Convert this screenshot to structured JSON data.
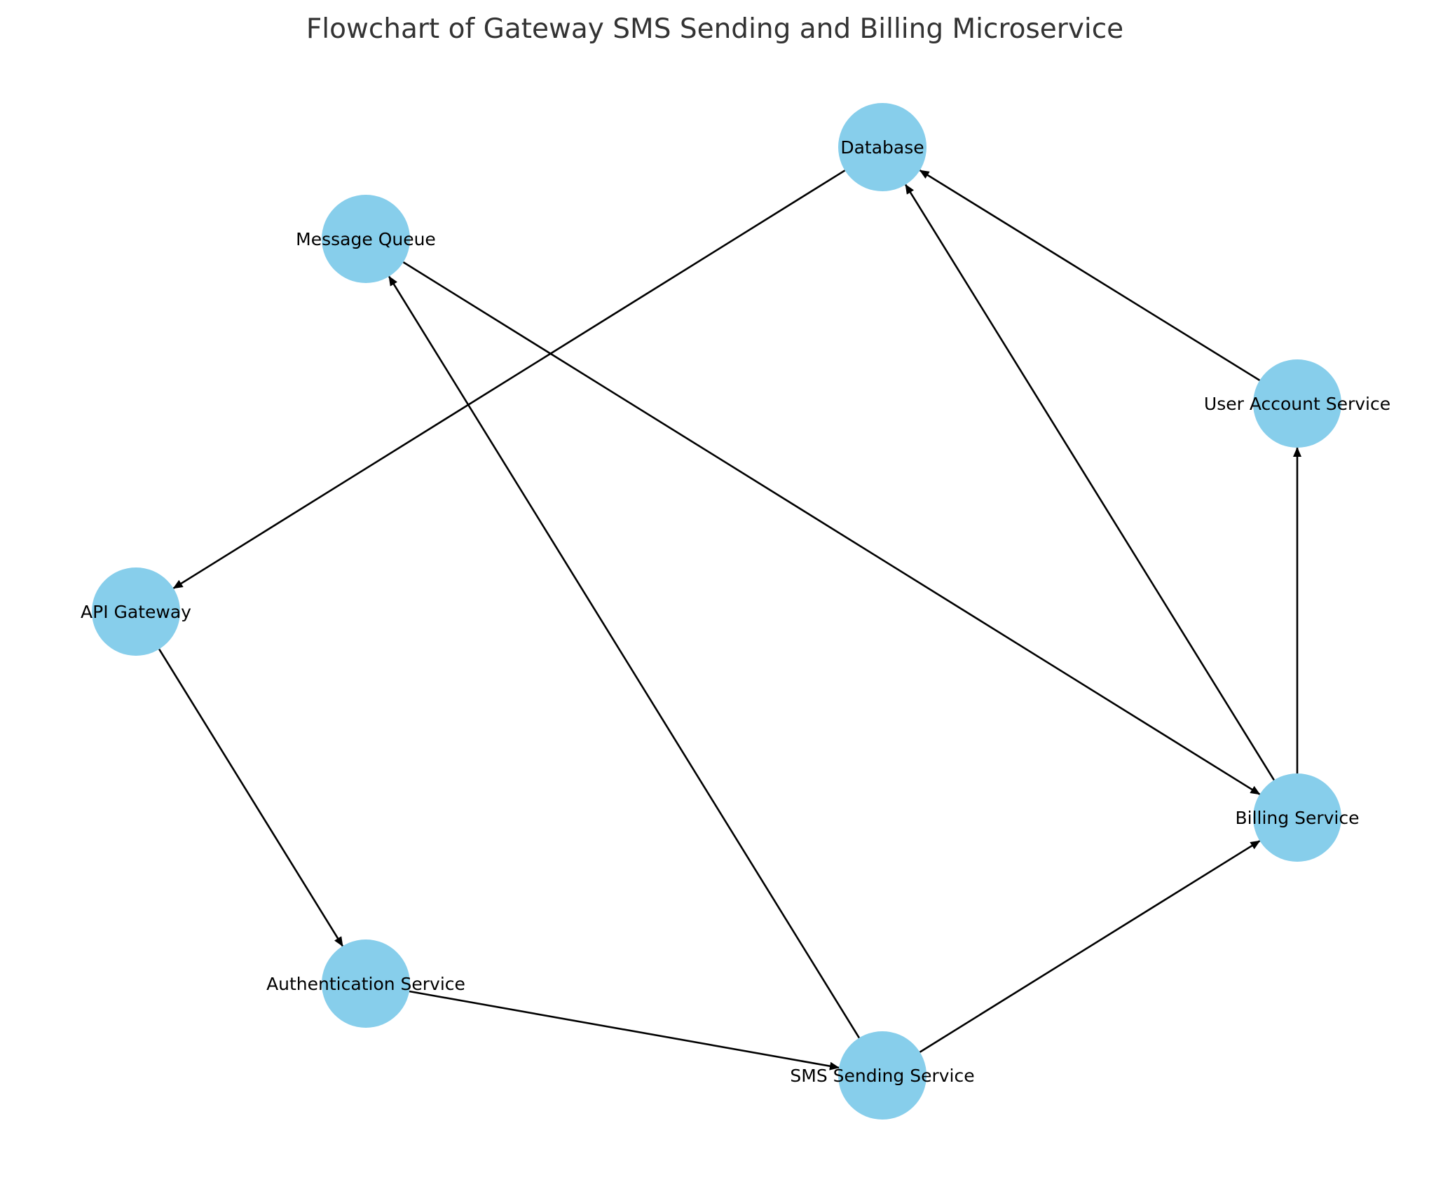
{
  "title": "Flowchart of Gateway SMS Sending and Billing Microservice",
  "colors": {
    "node_fill": "#87ceeb",
    "edge": "#000000",
    "title": "#333333"
  },
  "nodes": [
    {
      "id": "database",
      "label": "Database"
    },
    {
      "id": "message_queue",
      "label": "Message Queue"
    },
    {
      "id": "user_account",
      "label": "User Account Service"
    },
    {
      "id": "api_gateway",
      "label": "API Gateway"
    },
    {
      "id": "billing",
      "label": "Billing Service"
    },
    {
      "id": "auth",
      "label": "Authentication Service"
    },
    {
      "id": "sms_sending",
      "label": "SMS Sending Service"
    }
  ],
  "edges": [
    {
      "from": "database",
      "to": "api_gateway"
    },
    {
      "from": "api_gateway",
      "to": "auth"
    },
    {
      "from": "auth",
      "to": "sms_sending"
    },
    {
      "from": "sms_sending",
      "to": "message_queue"
    },
    {
      "from": "sms_sending",
      "to": "billing"
    },
    {
      "from": "message_queue",
      "to": "billing"
    },
    {
      "from": "billing",
      "to": "database"
    },
    {
      "from": "billing",
      "to": "user_account"
    },
    {
      "from": "user_account",
      "to": "database"
    }
  ]
}
